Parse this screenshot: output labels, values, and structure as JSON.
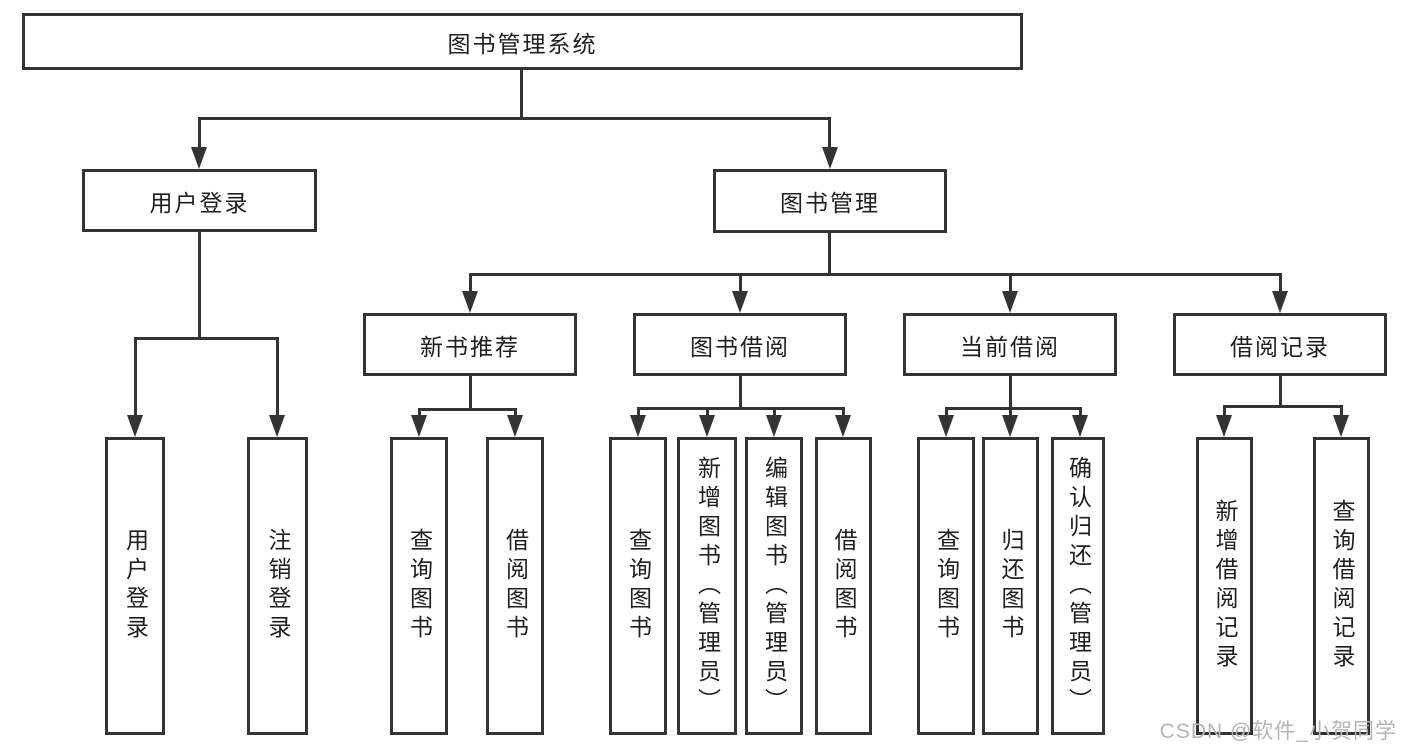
{
  "tree": {
    "root": "图书管理系统",
    "level1": [
      "用户登录",
      "图书管理"
    ],
    "level2": [
      "新书推荐",
      "图书借阅",
      "当前借阅",
      "借阅记录"
    ],
    "leaves": {
      "user_login": [
        "用户登录",
        "注销登录"
      ],
      "new_books": [
        "查询图书",
        "借阅图书"
      ],
      "book_borrow": [
        "查询图书",
        "新增图书（管理员）",
        "编辑图书（管理员）",
        "借阅图书"
      ],
      "current_borrow": [
        "查询图书",
        "归还图书",
        "确认归还（管理员）"
      ],
      "borrow_records": [
        "新增借阅记录",
        "查询借阅记录"
      ]
    }
  },
  "watermark": "CSDN @软件_小贺同学",
  "colors": {
    "line": "#333333",
    "text": "#1f1f1f",
    "box_bg": "#ffffff",
    "watermark": "#b5b5b5"
  }
}
